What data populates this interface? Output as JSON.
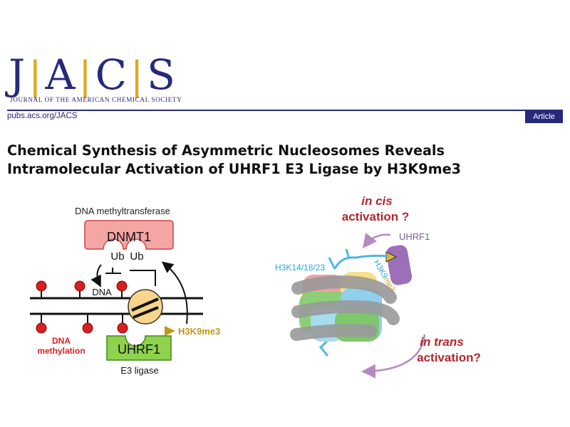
{
  "journal": {
    "logo_letters": [
      "J",
      "A",
      "C",
      "S"
    ],
    "logo_separator": "|",
    "subtitle": "JOURNAL OF THE AMERICAN CHEMICAL SOCIETY",
    "url": "pubs.acs.org/JACS",
    "article_type": "Article",
    "brand_color": "#252a7a",
    "accent_color": "#e0a81c"
  },
  "paper": {
    "title_line1": "Chemical Synthesis of Asymmetric Nucleosomes Reveals",
    "title_line2": "Intramolecular Activation of UHRF1 E3 Ligase by H3K9me3"
  },
  "graphic_left": {
    "dnmt_caption": "DNA methyltransferase",
    "dnmt1": "DNMT1",
    "ub1": "Ub",
    "ub2": "Ub",
    "dna": "DNA",
    "dna_methylation_1": "DNA",
    "dna_methylation_2": "methylation",
    "h3k9me3": "H3K9me3",
    "uhrf1": "UHRF1",
    "e3_ligase": "E3 ligase"
  },
  "graphic_right": {
    "in_cis_1": "in cis",
    "in_cis_2": "activation ?",
    "uhrf1": "UHRF1",
    "h3k14": "H3K14/18/23",
    "h3k9_a": "H3K9",
    "h3k9_b": "me3",
    "in_trans_1": "in trans",
    "in_trans_2": "activation?"
  }
}
